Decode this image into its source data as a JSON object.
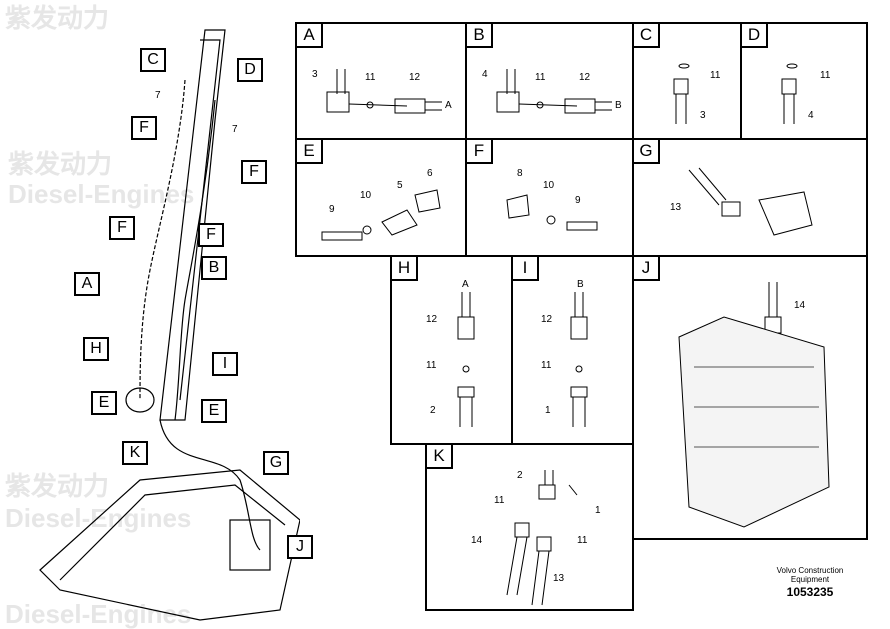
{
  "watermark": {
    "cn": "紫发动力",
    "en": "Diesel-Engines"
  },
  "overview": {
    "callouts": [
      "C",
      "D",
      "F",
      "F",
      "F",
      "F",
      "A",
      "B",
      "H",
      "I",
      "E",
      "E",
      "K",
      "G",
      "J"
    ],
    "numbers": [
      "7",
      "7"
    ]
  },
  "panels": [
    {
      "id": "A",
      "parts": [
        "3",
        "11",
        "12",
        "A"
      ]
    },
    {
      "id": "B",
      "parts": [
        "4",
        "11",
        "12",
        "B"
      ]
    },
    {
      "id": "C",
      "parts": [
        "11",
        "3"
      ]
    },
    {
      "id": "D",
      "parts": [
        "11",
        "4"
      ]
    },
    {
      "id": "E",
      "parts": [
        "6",
        "5",
        "10",
        "9"
      ]
    },
    {
      "id": "F",
      "parts": [
        "8",
        "10",
        "9"
      ]
    },
    {
      "id": "G",
      "parts": [
        "13"
      ]
    },
    {
      "id": "H",
      "parts": [
        "A",
        "12",
        "11",
        "2"
      ]
    },
    {
      "id": "I",
      "parts": [
        "B",
        "12",
        "11",
        "1"
      ]
    },
    {
      "id": "J",
      "parts": [
        "14"
      ]
    },
    {
      "id": "K",
      "parts": [
        "2",
        "11",
        "1",
        "14",
        "11",
        "13"
      ]
    }
  ],
  "footer": {
    "maker": "Volvo Construction Equipment",
    "doc_number": "1053235"
  }
}
